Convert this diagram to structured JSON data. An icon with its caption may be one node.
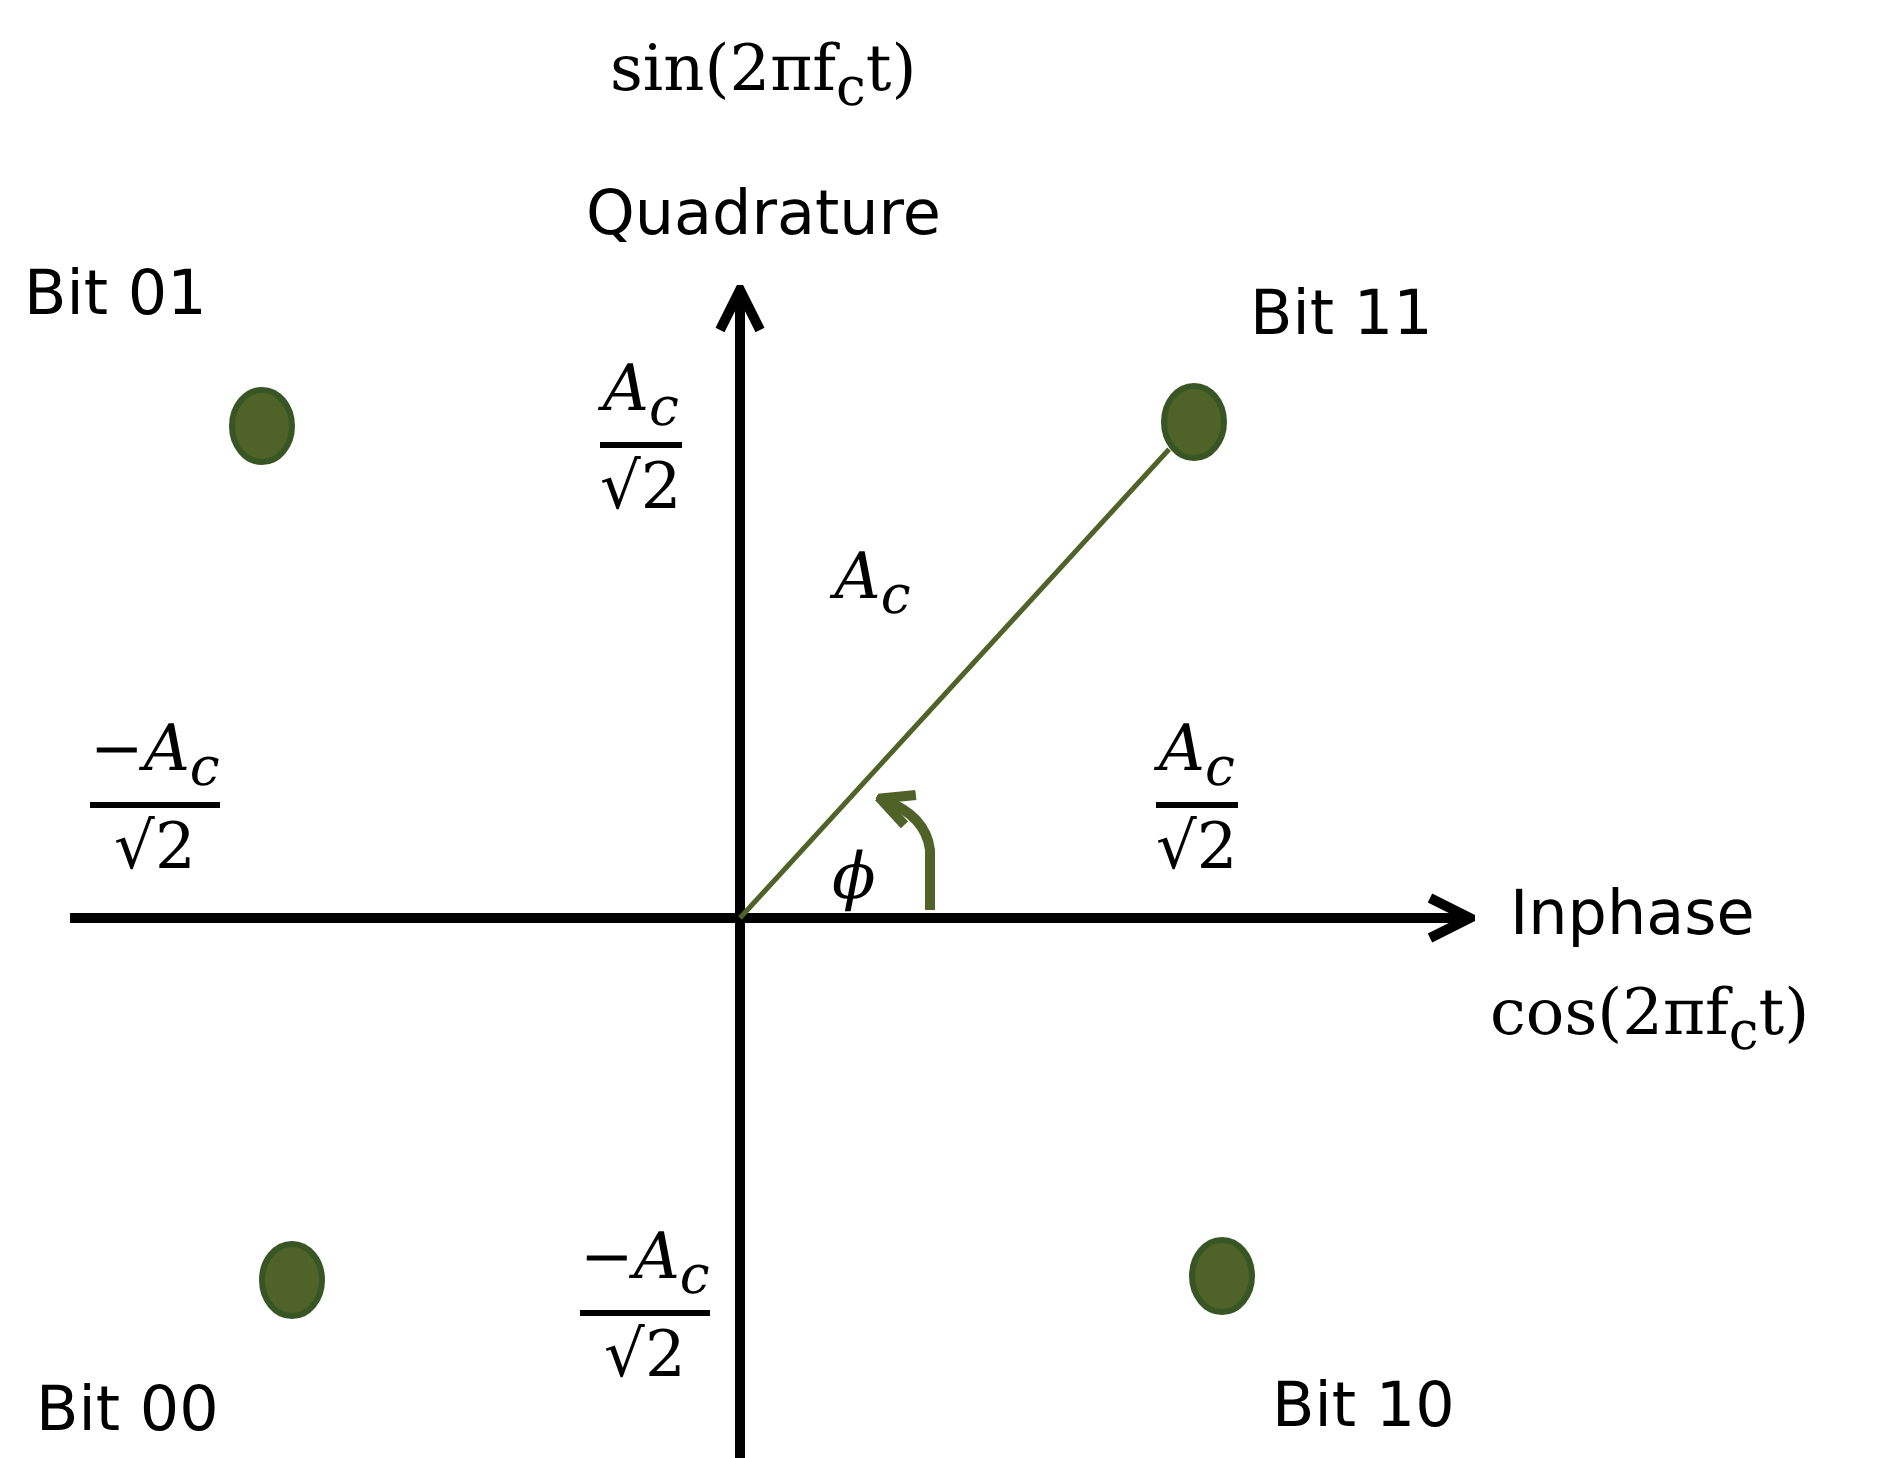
{
  "diagram": {
    "nodes": [
      {
        "text": [],
        "shape": "circle",
        "beside": [
          "Bit 01"
        ]
      },
      {
        "text": [],
        "shape": "circle",
        "beside": [
          "Bit 11"
        ]
      },
      {
        "text": [],
        "shape": "circle",
        "beside": [
          "Bit 00"
        ]
      },
      {
        "text": [],
        "shape": "circle",
        "beside": [
          "Bit 10"
        ]
      }
    ],
    "edges": [
      {
        "from": null,
        "to": 1,
        "arrow": "none",
        "label": "A$_{c}$"
      }
    ],
    "labels": [
      "sin(2πf$_{c}$t)",
      "Quadrature",
      "A$_{c}$",
      "√2",
      "−A$_{c}$",
      "√2",
      "A$_{c}$",
      "√2",
      "ϕ",
      "Inphase",
      "cos(2πf$_{c}$t)",
      "−A$_{c}$",
      "√2"
    ]
  }
}
